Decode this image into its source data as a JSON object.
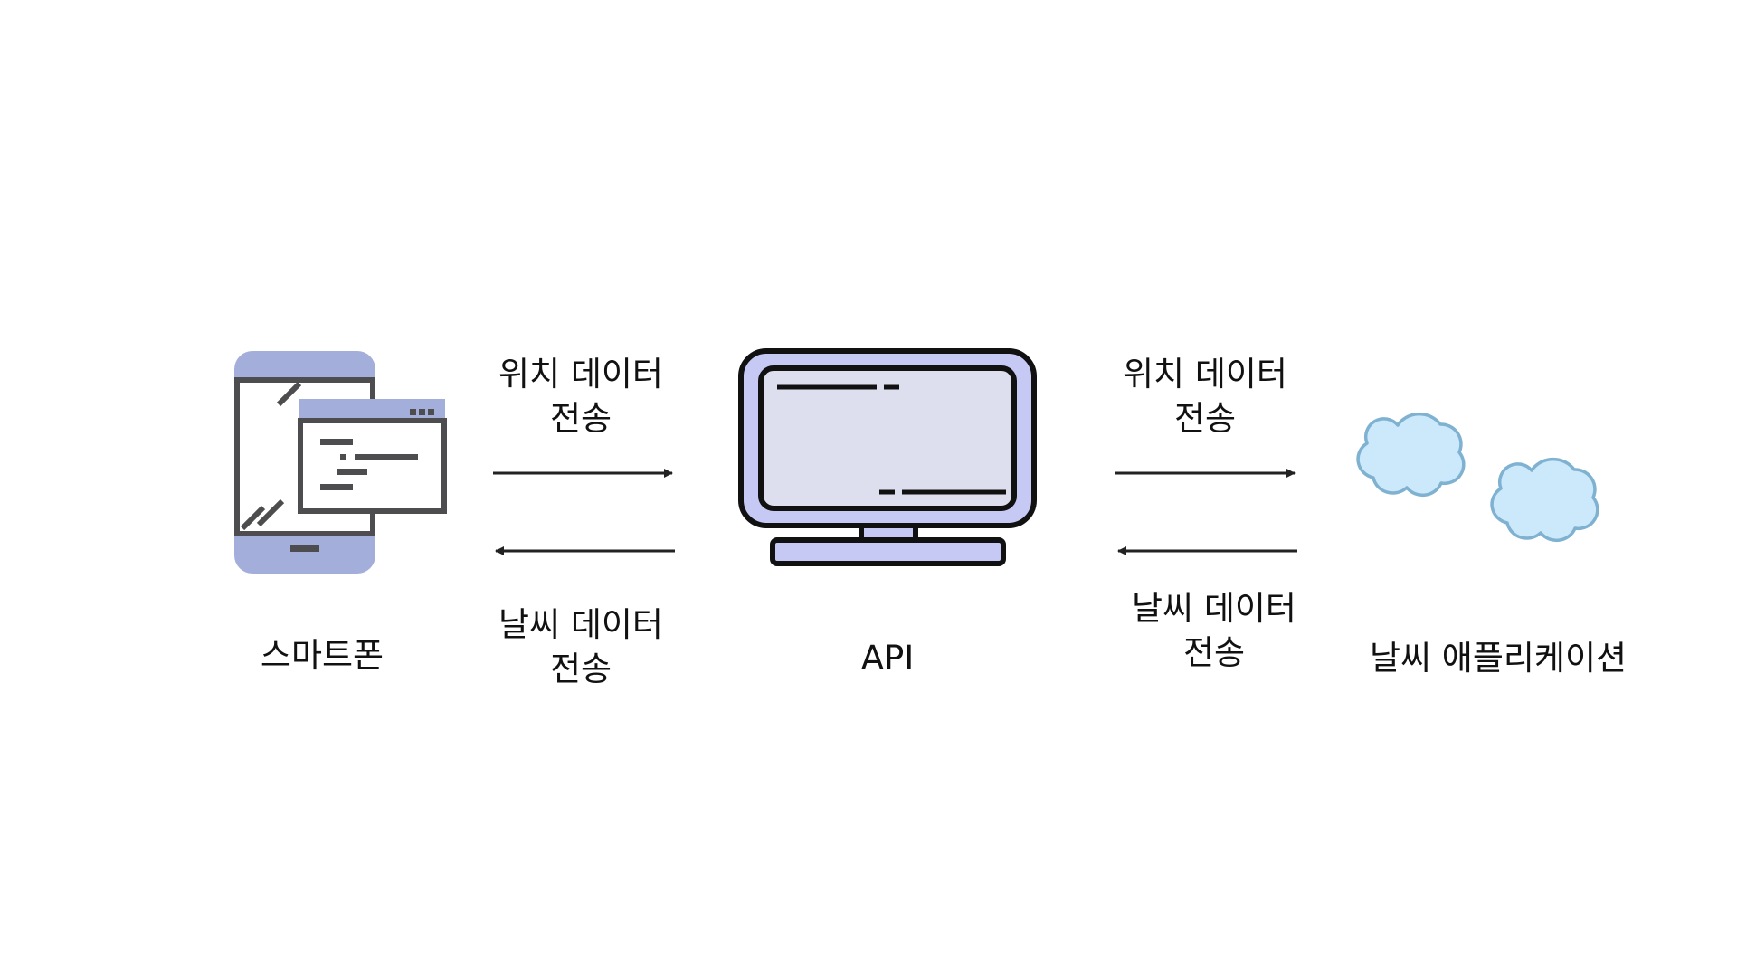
{
  "nodes": {
    "smartphone": {
      "label": "스마트폰",
      "icon": "smartphone-icon"
    },
    "api": {
      "label": "API",
      "icon": "monitor-icon"
    },
    "weather_app": {
      "label": "날씨 애플리케이션",
      "icon": "cloud-icon"
    }
  },
  "edges": {
    "phone_to_api": {
      "line1": "위치 데이터",
      "line2": "전송",
      "direction": "right"
    },
    "api_to_phone": {
      "line1": "날씨 데이터",
      "line2": "전송",
      "direction": "left"
    },
    "api_to_app": {
      "line1": "위치 데이터",
      "line2": "전송",
      "direction": "right"
    },
    "app_to_api": {
      "line1": "날씨 데이터",
      "line2": "전송",
      "direction": "left"
    }
  },
  "colors": {
    "device_accent": "#a3aedb",
    "device_dark": "#4d4d4f",
    "monitor_frame": "#c7c9f5",
    "monitor_screen": "#dedfee",
    "cloud_fill": "#cbe9fa",
    "cloud_stroke": "#7fb1d1",
    "arrow": "#222222"
  }
}
